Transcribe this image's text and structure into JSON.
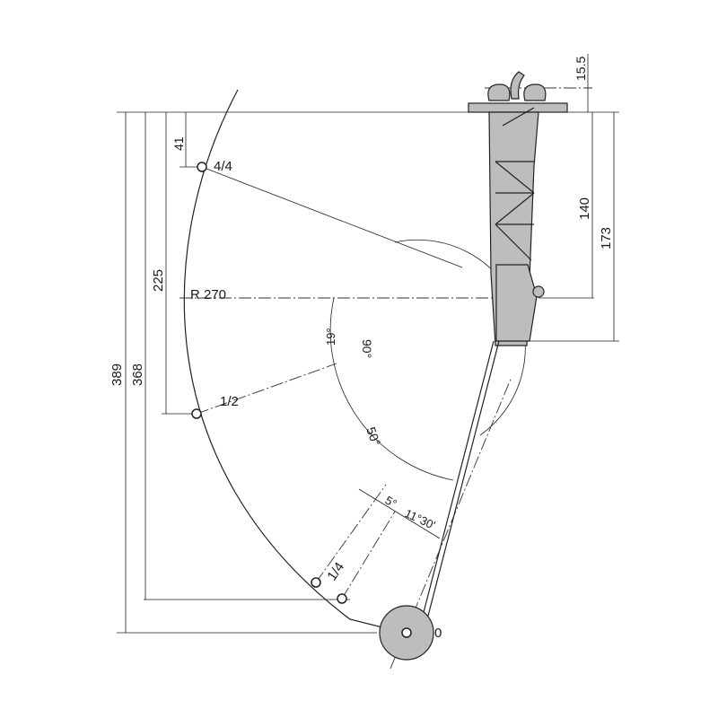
{
  "dimensions": {
    "top_offset": "15.5",
    "pivot_depth": "140",
    "body_height": "173",
    "full_pos": "41",
    "half_pos": "225",
    "quarter_pos": "368",
    "empty_pos": "389",
    "radius": "R 270"
  },
  "angles": {
    "a19": "19°",
    "a90": "90°",
    "a50": "50°",
    "a5": "5°",
    "a11": "11°30'"
  },
  "levels": {
    "full": "4/4",
    "half": "1/2",
    "quarter": "1/4",
    "empty": "0"
  },
  "colors": {
    "part_fill": "#bdbdbd",
    "line": "#222222"
  }
}
